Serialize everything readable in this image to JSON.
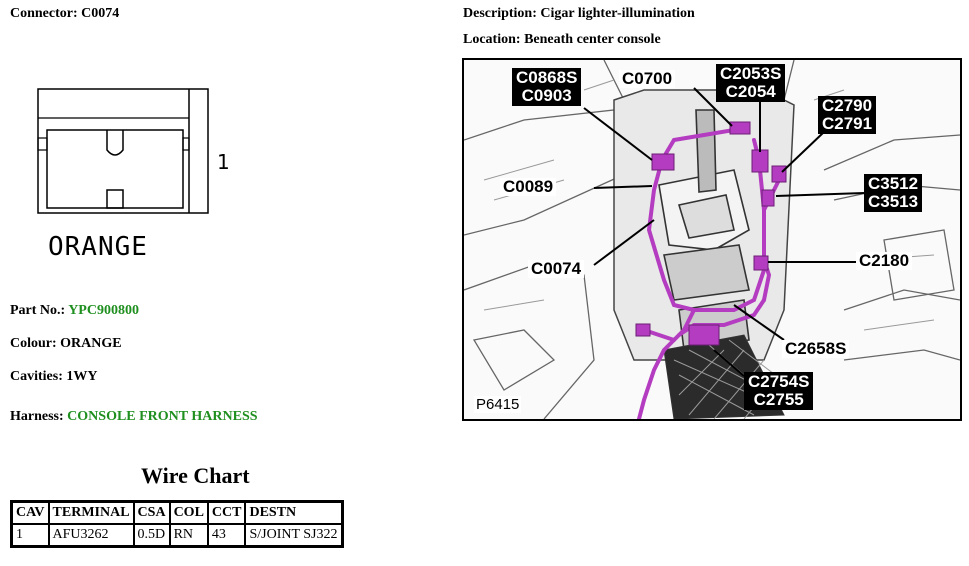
{
  "header": {
    "connector_label": "Connector:",
    "connector_value": "C0074",
    "description_label": "Description:",
    "description_value": "Cigar lighter-illumination",
    "location_label": "Location:",
    "location_value": "Beneath center console"
  },
  "face": {
    "pin_number": "1",
    "color_caption": "ORANGE"
  },
  "details": {
    "part_label": "Part No.:",
    "part_value": "YPC900800",
    "colour_label": "Colour:",
    "colour_value": "ORANGE",
    "cavities_label": "Cavities:",
    "cavities_value": "1WY",
    "harness_label": "Harness:",
    "harness_value": "CONSOLE FRONT HARNESS"
  },
  "wire_chart": {
    "title": "Wire Chart",
    "columns": [
      "CAV",
      "TERMINAL",
      "CSA",
      "COL",
      "CCT",
      "DESTN"
    ],
    "rows": [
      [
        "1",
        "AFU3262",
        "0.5D",
        "RN",
        "43",
        "S/JOINT SJ322"
      ]
    ]
  },
  "location_image": {
    "reference": "P6415",
    "callouts": {
      "c0868s": "C0868S",
      "c0903": "C0903",
      "c0700": "C0700",
      "c2053s": "C2053S",
      "c2054": "C2054",
      "c2790": "C2790",
      "c2791": "C2791",
      "c0089": "C0089",
      "c3512": "C3512",
      "c3513": "C3513",
      "c2180": "C2180",
      "c0074": "C0074",
      "c2658s": "C2658S",
      "c2754s": "C2754S",
      "c2755": "C2755"
    }
  },
  "colors": {
    "harness_highlight": "#b43cc0",
    "green_text": "#1f8f1f"
  }
}
